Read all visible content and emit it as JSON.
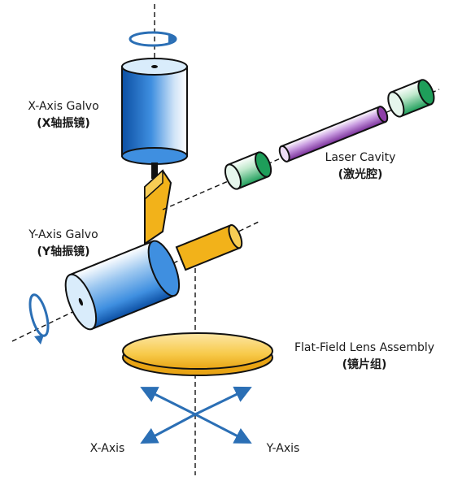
{
  "labels": {
    "x_galvo": {
      "en": "X-Axis Galvo",
      "cn": "(X轴振镜)"
    },
    "y_galvo": {
      "en": "Y-Axis Galvo",
      "cn": "(Y轴振镜)"
    },
    "laser_cavity": {
      "en": "Laser Cavity",
      "cn": "(激光腔)"
    },
    "lens_assembly": {
      "en": "Flat-Field Lens Assembly",
      "cn": "(镜片组)"
    },
    "x_axis": "X-Axis",
    "y_axis": "Y-Axis"
  },
  "colors": {
    "galvo_blue": "#1f6fc4",
    "mirror_yellow": "#f2b21a",
    "lens_yellow": "#f7c948",
    "laser_green": "#1e9e5a",
    "laser_purple": "#8e3ea8",
    "arrow_blue": "#2b6fb5",
    "outline": "#111111"
  }
}
